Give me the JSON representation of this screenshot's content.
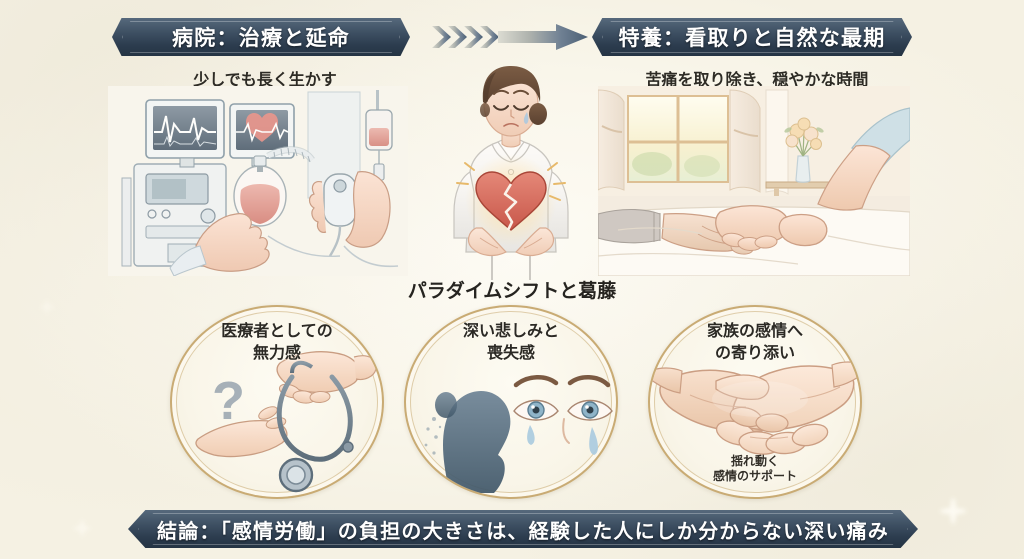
{
  "theme": {
    "background_color": "#f8f5ec",
    "ribbon_color": "#2c3c4e",
    "circle_border_color": "#c9ab74",
    "text_color": "#2b2924",
    "accent_heart_color": "#d4584e"
  },
  "banners": {
    "left": "病院：治療と延命",
    "right": "特養：看取りと自然な最期",
    "bottom": "結論：「感情労働」の負担の大きさは、経験した人にしか分からない深い痛み"
  },
  "subtitles": {
    "left": "少しでも長く生かす",
    "right": "苦痛を取り除き、穏やかな時間"
  },
  "center": {
    "caption": "パラダイムシフトと葛藤",
    "figure_alt": "悲しむ看護師が割れたハートを抱える"
  },
  "arrow": {
    "name": "transition-arrow",
    "direction": "right"
  },
  "scenes": {
    "left": {
      "name": "hospital-intensive-care-scene",
      "elements": [
        "ecg-monitor",
        "heart-monitor",
        "iv-drip-bag",
        "ventilation-bag",
        "medical-device",
        "hands"
      ]
    },
    "right": {
      "name": "palliative-care-room-scene",
      "elements": [
        "window",
        "curtains",
        "flower-vase",
        "bed",
        "holding-hands"
      ]
    }
  },
  "circles": [
    {
      "id": "circle-1",
      "title_line1": "医療者としての",
      "title_line2": "無力感",
      "subtitle_line1": "",
      "subtitle_line2": "",
      "art_name": "question-mark-and-stethoscope-hands"
    },
    {
      "id": "circle-2",
      "title_line1": "深い悲しみと",
      "title_line2": "喪失感",
      "subtitle_line1": "",
      "subtitle_line2": "",
      "art_name": "silhouette-and-crying-eyes"
    },
    {
      "id": "circle-3",
      "title_line1": "家族の感情へ",
      "title_line2": "の寄り添い",
      "subtitle_line1": "揺れ動く",
      "subtitle_line2": "感情のサポート",
      "art_name": "clasped-hands"
    }
  ]
}
